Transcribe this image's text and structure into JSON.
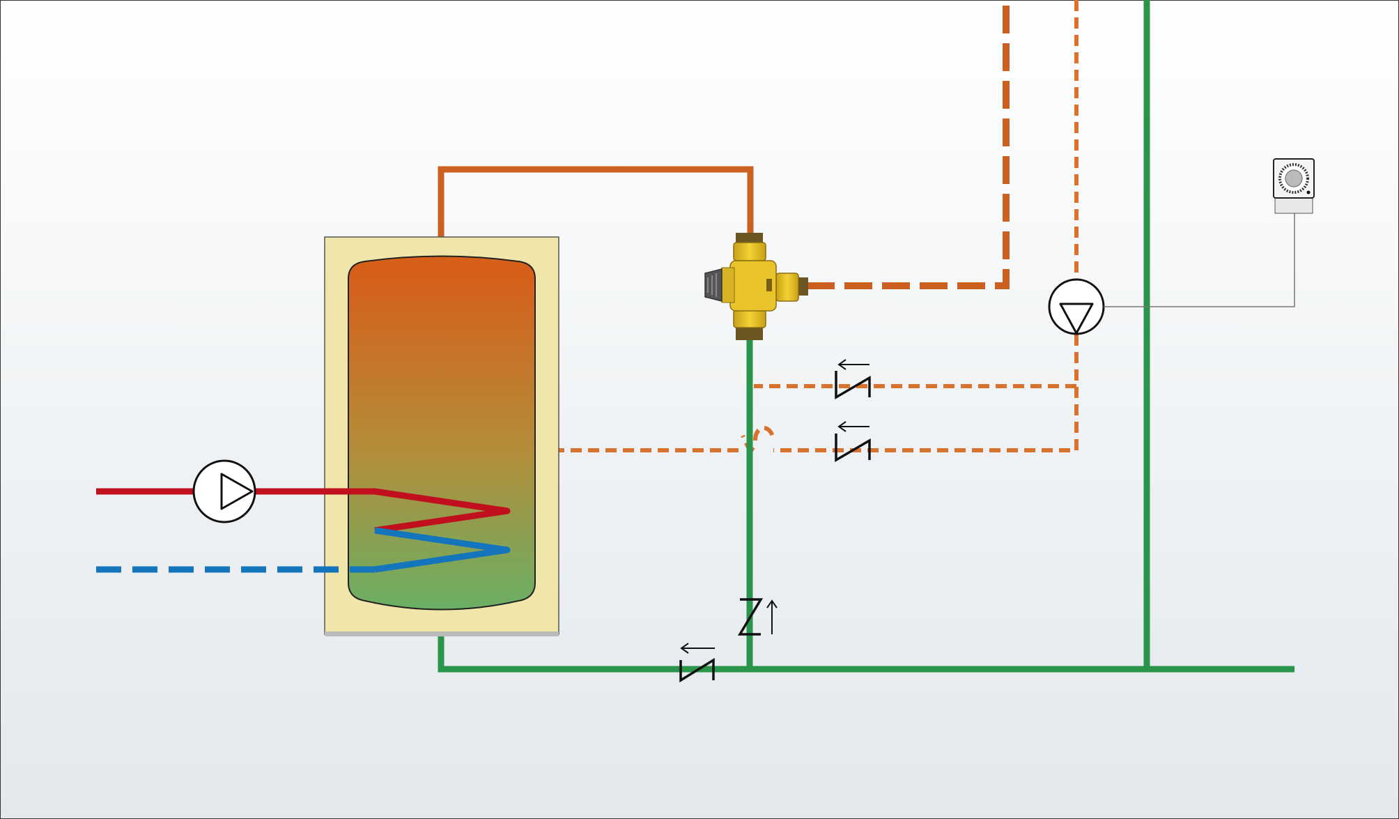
{
  "diagram": {
    "kind": "hydraulic-schematic",
    "description_visible_text": "",
    "components": {
      "storage_tank": {
        "shown": true,
        "stratification": [
          "hot-top",
          "warm-middle",
          "cool-bottom"
        ]
      },
      "heat_exchanger_coil": {
        "shown": true
      },
      "primary_circulation_pump": {
        "shown": true,
        "direction": "right"
      },
      "recirculation_pump": {
        "shown": true,
        "direction": "down"
      },
      "thermostatic_mixing_valve": {
        "shown": true
      },
      "check_valves": {
        "count": 4
      },
      "timer_thermostat": {
        "shown": true
      }
    },
    "colors": {
      "background_top": "#ffffff",
      "background_bottom": "#e2e8ec",
      "hot_water": "#cc6020",
      "hot_water_light": "#d9722e",
      "cold_water": "#2a944a",
      "primary_flow": "#c0101e",
      "primary_return": "#1474bc",
      "tank_insulation": "#f0e6aa",
      "tank_top": "#d65f1a",
      "tank_bottom": "#6aaf64",
      "valve_body": "#e8c42a",
      "valve_knob": "#555555"
    },
    "lines": {
      "hot_supply": "dashed-heavy",
      "recirculation": "dotted",
      "cold_supply": "solid",
      "primary_flow": "solid",
      "primary_return": "dashed"
    }
  }
}
